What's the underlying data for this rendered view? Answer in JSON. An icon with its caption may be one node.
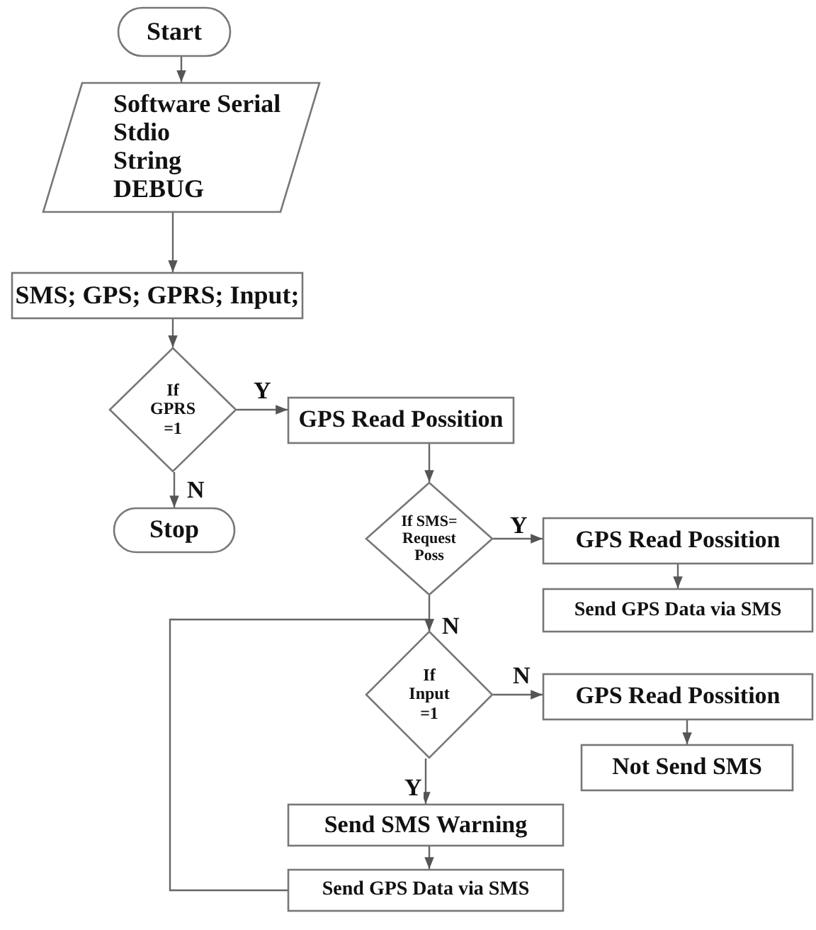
{
  "diagram": {
    "nodes": [
      {
        "text": [
          "Start"
        ]
      },
      {
        "text": [
          "Software Serial",
          "Stdio",
          "String",
          "DEBUG"
        ]
      },
      {
        "text": [
          "SMS; GPS; GPRS; Input;"
        ]
      },
      {
        "text": [
          "If GPRS =1"
        ]
      },
      {
        "text": [
          "GPS Read Possition"
        ]
      },
      {
        "text": [
          "Stop"
        ]
      },
      {
        "text": [
          "If SMS= Request Poss"
        ]
      },
      {
        "text": [
          "GPS Read Possition"
        ]
      },
      {
        "text": [
          "Send GPS Data via SMS"
        ]
      },
      {
        "text": [
          "If Input =1"
        ]
      },
      {
        "text": [
          "GPS Read Possition"
        ]
      },
      {
        "text": [
          "Not Send SMS"
        ]
      },
      {
        "text": [
          "Send SMS Warning"
        ]
      },
      {
        "text": [
          "Send GPS Data via SMS"
        ]
      }
    ],
    "edges": [
      {
        "from": 0,
        "to": 1,
        "arrow": "to"
      },
      {
        "from": 1,
        "to": 2,
        "arrow": "to"
      },
      {
        "from": 2,
        "to": 3,
        "arrow": "to"
      },
      {
        "from": 3,
        "to": 4,
        "arrow": "to",
        "label": "Y"
      },
      {
        "from": 3,
        "to": 5,
        "arrow": "to",
        "label": "N"
      },
      {
        "from": 4,
        "to": 6,
        "arrow": "to"
      },
      {
        "from": 6,
        "to": 7,
        "arrow": "to",
        "label": "Y"
      },
      {
        "from": 7,
        "to": 8,
        "arrow": "to"
      },
      {
        "from": 6,
        "to": 9,
        "arrow": "to",
        "label": "N"
      },
      {
        "from": 9,
        "to": 10,
        "arrow": "to",
        "label": "N"
      },
      {
        "from": 10,
        "to": 11,
        "arrow": "to"
      },
      {
        "from": 9,
        "to": 12,
        "arrow": "to",
        "label": "Y"
      },
      {
        "from": 12,
        "to": 13,
        "arrow": "to"
      },
      {
        "from": 13,
        "to": 9,
        "arrow": "to"
      }
    ]
  }
}
